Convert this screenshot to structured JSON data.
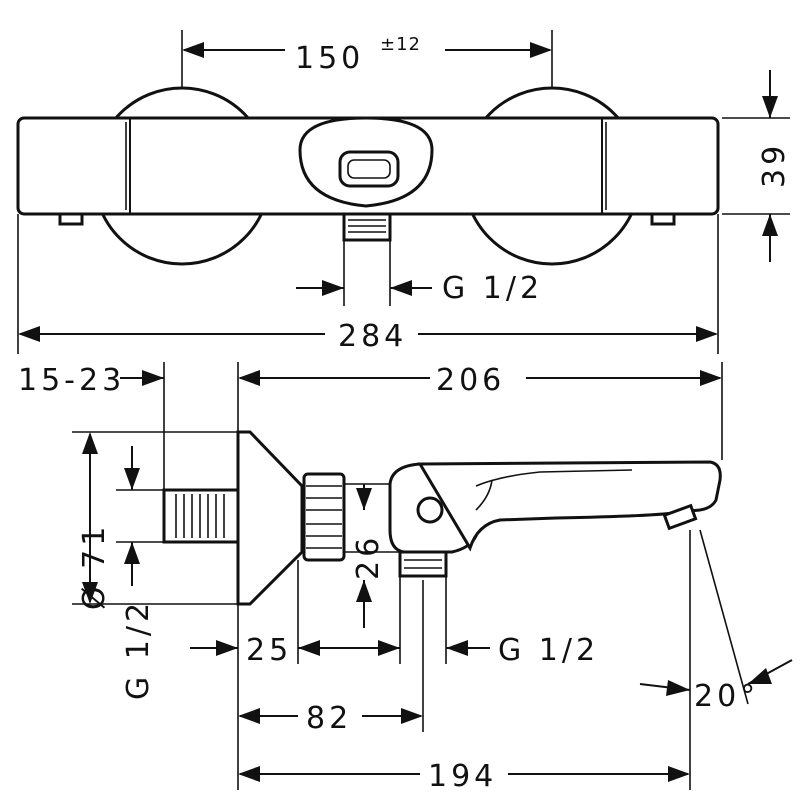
{
  "drawing": {
    "top_view": {
      "wall_spacing": "150",
      "wall_spacing_tolerance": "±12",
      "height": "39",
      "connection_thread": "G 1/2",
      "overall_length": "284"
    },
    "side_view": {
      "wall_offset": "15-23",
      "projection": "206",
      "cover_diameter": "Ø 71",
      "inlet_thread": "G 1/2",
      "outlet_height": "26",
      "distance_25": "25",
      "outlet_thread": "G 1/2",
      "distance_82": "82",
      "spout_angle": "20°",
      "total_depth": "194"
    }
  }
}
